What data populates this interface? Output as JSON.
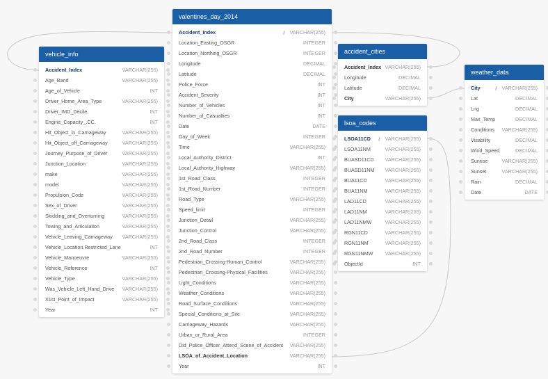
{
  "tables": [
    {
      "id": "vehicle_info",
      "title": "vehicle_info",
      "columns": [
        {
          "name": "Accident_Index",
          "type": "VARCHAR(255)",
          "pk": true
        },
        {
          "name": "Age_Band",
          "type": "VARCHAR(255)"
        },
        {
          "name": "Age_of_Vehicle",
          "type": "INT"
        },
        {
          "name": "Driver_Home_Area_Type",
          "type": "VARCHAR(255)"
        },
        {
          "name": "Driver_IMD_Decile",
          "type": "INT"
        },
        {
          "name": "Engine_Capacity_.CC.",
          "type": "INT"
        },
        {
          "name": "Hit_Object_in_Carriageway",
          "type": "VARCHAR(255)"
        },
        {
          "name": "Hit_Object_off_Carriageway",
          "type": "VARCHAR(255)"
        },
        {
          "name": "Journey_Purpose_of_Driver",
          "type": "VARCHAR(255)"
        },
        {
          "name": "Junction_Location",
          "type": "VARCHAR(255)"
        },
        {
          "name": "make",
          "type": "VARCHAR(255)"
        },
        {
          "name": "model",
          "type": "VARCHAR(255)"
        },
        {
          "name": "Propulsion_Code",
          "type": "VARCHAR(255)"
        },
        {
          "name": "Sex_of_Driver",
          "type": "VARCHAR(255)"
        },
        {
          "name": "Skidding_and_Overturning",
          "type": "VARCHAR(255)"
        },
        {
          "name": "Towing_and_Articulation",
          "type": "VARCHAR(255)"
        },
        {
          "name": "Vehicle_Leaving_Carriageway",
          "type": "VARCHAR(255)"
        },
        {
          "name": "Vehicle_Location.Restricted_Lane",
          "type": "INT"
        },
        {
          "name": "Vehicle_Manoeuvre",
          "type": "VARCHAR(255)"
        },
        {
          "name": "Vehicle_Reference",
          "type": "INT"
        },
        {
          "name": "Vehicle_Type",
          "type": "VARCHAR(255)"
        },
        {
          "name": "Was_Vehicle_Left_Hand_Drive",
          "type": "VARCHAR(255)"
        },
        {
          "name": "X1st_Point_of_Impact",
          "type": "VARCHAR(255)"
        },
        {
          "name": "Year",
          "type": "INT"
        }
      ]
    },
    {
      "id": "valentines_day_2014",
      "title": "valentines_day_2014",
      "columns": [
        {
          "name": "Accident_Index",
          "type": "VARCHAR(255)",
          "pk": true,
          "key_icon": true
        },
        {
          "name": "Location_Easting_OSGR",
          "type": "INTEGER"
        },
        {
          "name": "Location_Northing_OSGR",
          "type": "INTEGER"
        },
        {
          "name": "Longitude",
          "type": "DECIMAL"
        },
        {
          "name": "Latitude",
          "type": "DECIMAL"
        },
        {
          "name": "Police_Force",
          "type": "INT"
        },
        {
          "name": "Accident_Severity",
          "type": "INT"
        },
        {
          "name": "Number_of_Vehicles",
          "type": "INT"
        },
        {
          "name": "Number_of_Casualties",
          "type": "INT"
        },
        {
          "name": "Date",
          "type": "DATE"
        },
        {
          "name": "Day_of_Week",
          "type": "INTEGER"
        },
        {
          "name": "Time",
          "type": "VARCHAR(255)"
        },
        {
          "name": "Local_Authority_District",
          "type": "INT"
        },
        {
          "name": "Local_Authority_Highway",
          "type": "VARCHAR(255)"
        },
        {
          "name": "1st_Road_Class",
          "type": "INTEGER"
        },
        {
          "name": "1st_Road_Number",
          "type": "INTEGER"
        },
        {
          "name": "Road_Type",
          "type": "VARCHAR(255)"
        },
        {
          "name": "Speed_limit",
          "type": "INTEGER"
        },
        {
          "name": "Junction_Detail",
          "type": "VARCHAR(255)"
        },
        {
          "name": "Junction_Control",
          "type": "VARCHAR(255)"
        },
        {
          "name": "2nd_Road_Class",
          "type": "INTEGER"
        },
        {
          "name": "2nd_Road_Number",
          "type": "INTEGER"
        },
        {
          "name": "Pedestrian_Crossing-Human_Control",
          "type": "VARCHAR(255)"
        },
        {
          "name": "Pedestrian_Crossing-Physical_Facilities",
          "type": "VARCHAR(255)"
        },
        {
          "name": "Light_Conditions",
          "type": "VARCHAR(255)"
        },
        {
          "name": "Weather_Conditions",
          "type": "VARCHAR(255)"
        },
        {
          "name": "Road_Surface_Conditions",
          "type": "VARCHAR(255)"
        },
        {
          "name": "Special_Conditions_at_Site",
          "type": "VARCHAR(255)"
        },
        {
          "name": "Carriageway_Hazards",
          "type": "VARCHAR(255)"
        },
        {
          "name": "Urban_or_Rural_Area",
          "type": "INTEGER"
        },
        {
          "name": "Did_Police_Officer_Attend_Scene_of_Accident",
          "type": "VARCHAR(255)"
        },
        {
          "name": "LSOA_of_Accident_Location",
          "type": "VARCHAR(255)",
          "fk": true
        },
        {
          "name": "Year",
          "type": "INT"
        }
      ]
    },
    {
      "id": "accident_cities",
      "title": "accident_cities",
      "columns": [
        {
          "name": "Accident_Index",
          "type": "VARCHAR(255)",
          "fk": true
        },
        {
          "name": "Longitude",
          "type": "DECIMAL"
        },
        {
          "name": "Latitude",
          "type": "DECIMAL"
        },
        {
          "name": "City",
          "type": "VARCHAR(255)",
          "fk": true
        }
      ]
    },
    {
      "id": "lsoa_codes",
      "title": "lsoa_codes",
      "columns": [
        {
          "name": "LSOA11CD",
          "type": "VARCHAR(255)",
          "pk": true,
          "key_icon": true
        },
        {
          "name": "LSOA11NM",
          "type": "VARCHAR(255)"
        },
        {
          "name": "BUASD11CD",
          "type": "VARCHAR(255)"
        },
        {
          "name": "BUASD11NM",
          "type": "VARCHAR(255)"
        },
        {
          "name": "BUA11CD",
          "type": "VARCHAR(255)"
        },
        {
          "name": "BUA11NM",
          "type": "VARCHAR(255)"
        },
        {
          "name": "LAD11CD",
          "type": "VARCHAR(255)"
        },
        {
          "name": "LAD11NM",
          "type": "VARCHAR(255)"
        },
        {
          "name": "LAD11NMW",
          "type": "VARCHAR(255)"
        },
        {
          "name": "RGN11CD",
          "type": "VARCHAR(255)"
        },
        {
          "name": "RGN11NM",
          "type": "VARCHAR(255)"
        },
        {
          "name": "RGN11NMW",
          "type": "VARCHAR(255)"
        },
        {
          "name": "ObjectId",
          "type": "INT"
        }
      ]
    },
    {
      "id": "weather_data",
      "title": "weather_data",
      "columns": [
        {
          "name": "City",
          "type": "VARCHAR(255)",
          "pk": true,
          "key_icon": true
        },
        {
          "name": "Lat",
          "type": "DECIMAL"
        },
        {
          "name": "Lng",
          "type": "DECIMAL"
        },
        {
          "name": "Max_Temp",
          "type": "DECIMAL"
        },
        {
          "name": "Conditions",
          "type": "VARCHAR(255)"
        },
        {
          "name": "Visability",
          "type": "DECIMAL"
        },
        {
          "name": "Wind_Speed",
          "type": "DECIMAL"
        },
        {
          "name": "Sunrise",
          "type": "VARCHAR(255)"
        },
        {
          "name": "Sunset",
          "type": "VARCHAR(255)"
        },
        {
          "name": "Rain",
          "type": "DECIMAL"
        },
        {
          "name": "Date",
          "type": "DATE"
        }
      ]
    }
  ],
  "colors": {
    "header": "#1a5ea6",
    "connector": "#c8c8c8",
    "background": "#f7f7f7"
  },
  "icons": {
    "primary_key": "key-icon",
    "connector": "connector-dot"
  }
}
